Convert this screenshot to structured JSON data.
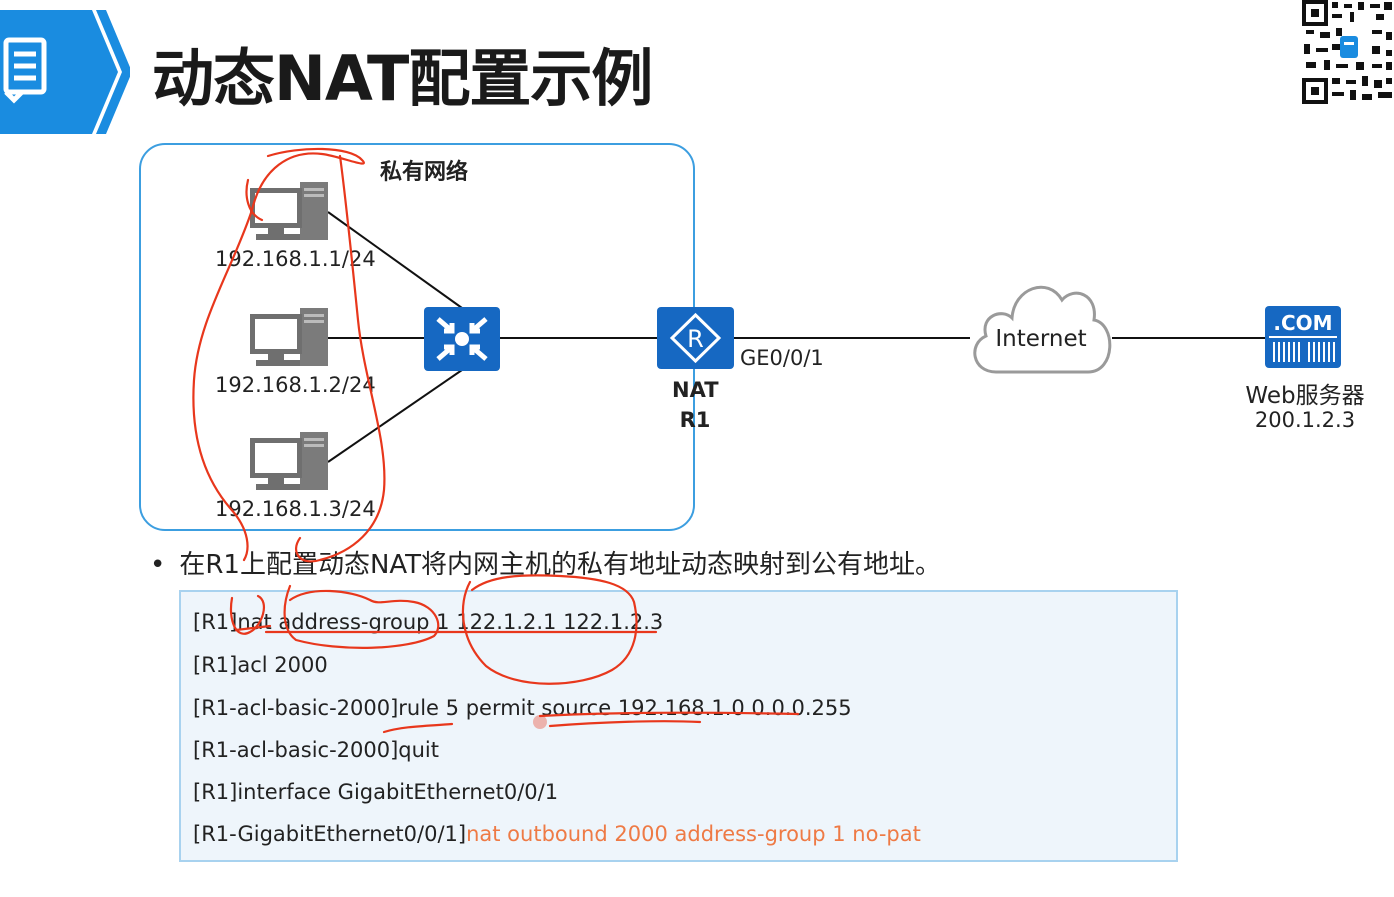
{
  "header": {
    "title": "动态NAT配置示例",
    "badge_icon": "document-list-icon"
  },
  "qr_icon": "qr-code-icon",
  "diagram": {
    "private_network_label": "私有网络",
    "hosts": [
      {
        "ip": "192.168.1.1/24",
        "icon": "pc-icon"
      },
      {
        "ip": "192.168.1.2/24",
        "icon": "pc-icon"
      },
      {
        "ip": "192.168.1.3/24",
        "icon": "pc-icon"
      }
    ],
    "switch_icon": "switch-icon",
    "router": {
      "icon": "router-icon",
      "role": "NAT",
      "name": "R1",
      "interface": "GE0/0/1"
    },
    "internet_label": "Internet",
    "server": {
      "icon": "web-server-icon",
      "badge": ".COM",
      "label": "Web服务器",
      "ip": "200.1.2.3"
    }
  },
  "bullet": {
    "symbol": "•",
    "text": "在R1上配置动态NAT将内网主机的私有地址动态映射到公有地址。"
  },
  "code_lines": [
    {
      "prefix": "[R1]nat address-group 1 122.1.2.1 122.1.2.3",
      "highlight": ""
    },
    {
      "prefix": "[R1]acl 2000",
      "highlight": ""
    },
    {
      "prefix": "[R1-acl-basic-2000]rule 5 permit source 192.168.1.0 0.0.0.255",
      "highlight": ""
    },
    {
      "prefix": "[R1-acl-basic-2000]quit",
      "highlight": ""
    },
    {
      "prefix": "[R1]interface GigabitEthernet0/0/1",
      "highlight": ""
    },
    {
      "prefix": "[R1-GigabitEthernet0/0/1]",
      "highlight": "nat outbound 2000 address-group 1 no-pat"
    }
  ],
  "colors": {
    "accent_blue": "#1a8ce0",
    "device_blue": "#1668c2",
    "box_border": "#3c9ee0",
    "code_highlight": "#ee7a45",
    "annotation_red": "#e8371c"
  }
}
